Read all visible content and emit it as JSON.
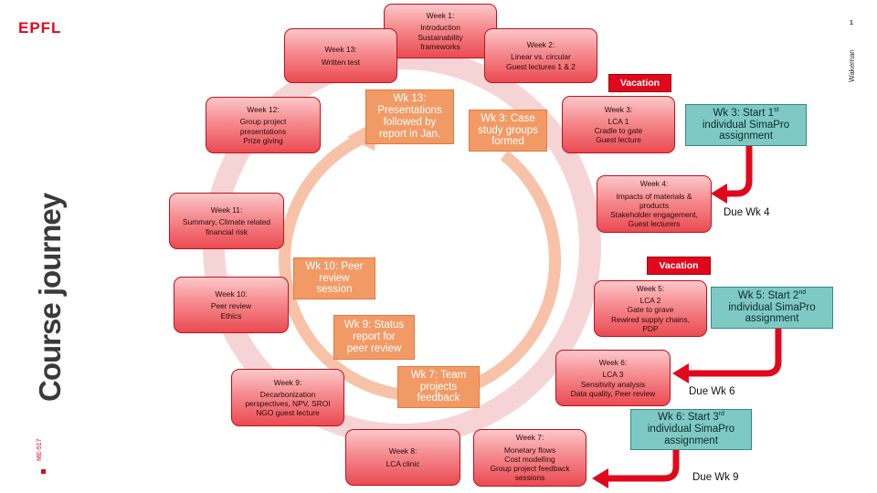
{
  "header": {
    "logo": "EPFL",
    "page_number": "1",
    "author": "Wakeman"
  },
  "side": {
    "title": "Course journey",
    "course_code": "ME-517"
  },
  "weeks": [
    {
      "title": "Week 1:",
      "lines": [
        "Introduction",
        "Sustainability frameworks"
      ]
    },
    {
      "title": "Week 2:",
      "lines": [
        "Linear vs. circular",
        "Guest lectures 1 & 2"
      ]
    },
    {
      "title": "Week 3:",
      "lines": [
        "LCA 1",
        "Cradle to gate",
        "Guest lecture"
      ]
    },
    {
      "title": "Week 4:",
      "lines": [
        "Impacts of materials &",
        "products",
        "Stakeholder engagement,",
        "Guest lecturers"
      ]
    },
    {
      "title": "Week 5:",
      "lines": [
        "LCA 2",
        "Gate to grave",
        "Rewired supply chains,",
        "PDP"
      ]
    },
    {
      "title": "Week 6:",
      "lines": [
        "LCA 3",
        "Sensitivity analysis",
        "Data quality, Peer review"
      ]
    },
    {
      "title": "Week 7:",
      "lines": [
        "Monetary flows",
        "Cost modelling",
        "Group project feedback",
        "sessions"
      ]
    },
    {
      "title": "Week 8:",
      "lines": [
        "LCA clinic"
      ]
    },
    {
      "title": "Week 9:",
      "lines": [
        "Decarbonization",
        "perspectives, NPV, SROI",
        "NGO guest lecture"
      ]
    },
    {
      "title": "Week 10:",
      "lines": [
        "Peer review",
        "Ethics"
      ]
    },
    {
      "title": "Week 11:",
      "lines": [
        "Summary, Climate related",
        "financial risk"
      ]
    },
    {
      "title": "Week 12:",
      "lines": [
        "Group project",
        "presentations",
        "Prize giving"
      ]
    },
    {
      "title": "Week 13:",
      "lines": [
        "Written test"
      ]
    }
  ],
  "milestones": [
    {
      "lines": [
        "Wk 13:",
        "Presentations",
        "followed by",
        "report in Jan."
      ]
    },
    {
      "lines": [
        "Wk 3: Case",
        "study groups",
        "formed"
      ]
    },
    {
      "lines": [
        "Wk 10: Peer",
        "review",
        "session"
      ]
    },
    {
      "lines": [
        "Wk 9: Status",
        "report for",
        "peer review"
      ]
    },
    {
      "lines": [
        "Wk 7: Team",
        "projects",
        "feedback"
      ]
    }
  ],
  "vacations": [
    "Vacation",
    "Vacation"
  ],
  "assignments": [
    {
      "line1": "Wk 3: Start 1",
      "sup": "st",
      "line2": "individual SimaPro",
      "line3": "assignment",
      "due": "Due Wk 4"
    },
    {
      "line1": "Wk 5: Start 2",
      "sup": "nd",
      "line2": "individual SimaPro",
      "line3": "assignment",
      "due": "Due Wk 6"
    },
    {
      "line1": "Wk 6: Start 3",
      "sup": "rd",
      "line2": "individual SimaPro",
      "line3": "assignment",
      "due": "Due Wk 9"
    }
  ],
  "colors": {
    "brand_red": "#e1081c",
    "outer_ring": "#f6d4d5",
    "inner_ring": "#f7c2a8",
    "orange_box": "#f29a66",
    "teal_box": "#7fc9c4"
  },
  "icons": {
    "cycle_arrow": "circular-arrow",
    "due_arrow": "bent-arrow-left"
  }
}
